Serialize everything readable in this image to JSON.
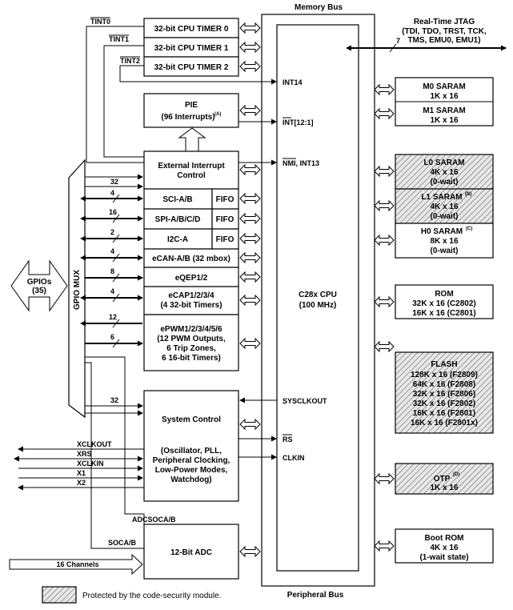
{
  "buses": {
    "memory_bus": "Memory Bus",
    "peripheral_bus": "Peripheral Bus"
  },
  "jtag": {
    "title": "Real-Time JTAG",
    "line1": "(TDI, TDO, TRST, TCK,",
    "line2": "TMS, EMU0, EMU1)",
    "width": "7"
  },
  "timers": [
    {
      "label": "32-bit CPU TIMER 0",
      "signal": "TINT0"
    },
    {
      "label": "32-bit CPU TIMER 1",
      "signal": "TINT1"
    },
    {
      "label": "32-bit CPU TIMER 2",
      "signal": "TINT2"
    }
  ],
  "pie": {
    "title": "PIE",
    "subtitle": "(96 Interrupts)",
    "note": "(A)"
  },
  "ext_int": {
    "line1": "External Interrupt",
    "line2": "Control"
  },
  "cpu_signals": {
    "int14": "INT14",
    "int12": "INT[12:1]",
    "nmi_a": "NMI",
    "nmi_b": ", INT13",
    "sysclkout": "SYSCLKOUT",
    "rs": "RS",
    "clkin": "CLKIN"
  },
  "cpu": {
    "name": "C28x CPU",
    "speed": "(100 MHz)"
  },
  "gpio": {
    "mux": "GPIO MUX",
    "label": "GPIOs",
    "count": "(35)"
  },
  "peripherals": {
    "sci": "SCI-A/B",
    "spi": "SPI-A/B/C/D",
    "i2c": "I2C-A",
    "fifo": "FIFO",
    "ecan": "eCAN-A/B (32 mbox)",
    "eqep": "eQEP1/2",
    "ecap1": "eCAP1/2/3/4",
    "ecap2": "(4 32-bit Timers)",
    "epwm1": "ePWM1/2/3/4/5/6",
    "epwm2": "(12 PWM Outputs,",
    "epwm3": "6 Trip Zones,",
    "epwm4": "6 16-bit Timers)"
  },
  "bus_widths": {
    "ext": "32",
    "sci": "4",
    "spi": "16",
    "i2c": "2",
    "ecan": "4",
    "eqep": "8",
    "ecap": "4",
    "epwm_a": "12",
    "epwm_b": "6",
    "sysctl": "32"
  },
  "system_control": {
    "title": "System Control",
    "line1": "(Oscillator, PLL,",
    "line2": "Peripheral Clocking,",
    "line3": "Low-Power Modes,",
    "line4": "Watchdog)",
    "signals": [
      "XCLKOUT",
      "XRS",
      "XCLKIN",
      "X1",
      "X2"
    ]
  },
  "adc": {
    "title": "12-Bit ADC",
    "socab": "SOCA/B",
    "adcsocab": "ADCSOCA/B",
    "channels": "16 Channels"
  },
  "memory": {
    "m0": {
      "name": "M0 SARAM",
      "size": "1K x 16"
    },
    "m1": {
      "name": "M1 SARAM",
      "size": "1K x 16"
    },
    "l0": {
      "name": "L0 SARAM",
      "size": "4K x 16",
      "wait": "(0-wait)"
    },
    "l1": {
      "name": "L1 SARAM",
      "note": "(B)",
      "size": "4K x 16",
      "wait": "(0-wait)"
    },
    "h0": {
      "name": "H0 SARAM",
      "note": "(C)",
      "size": "8K x 16",
      "wait": "(0-wait)"
    },
    "rom": {
      "name": "ROM",
      "line1": "32K x 16 (C2802)",
      "line2": "16K x 16 (C2801)"
    },
    "flash": {
      "name": "FLASH",
      "lines": [
        "128K x 16 (F2809)",
        "64K x 16 (F2808)",
        "32K x 16 (F2806)",
        "32K x 16 (F2802)",
        "16K x 16 (F2801)",
        "16K x 16 (F2801x)"
      ]
    },
    "otp": {
      "name": "OTP",
      "note": "(D)",
      "size": "1K x 16"
    },
    "boot": {
      "name": "Boot ROM",
      "size": "4K x 16",
      "wait": "(1-wait state)"
    }
  },
  "legend": {
    "text": "Protected by the code-security module."
  }
}
